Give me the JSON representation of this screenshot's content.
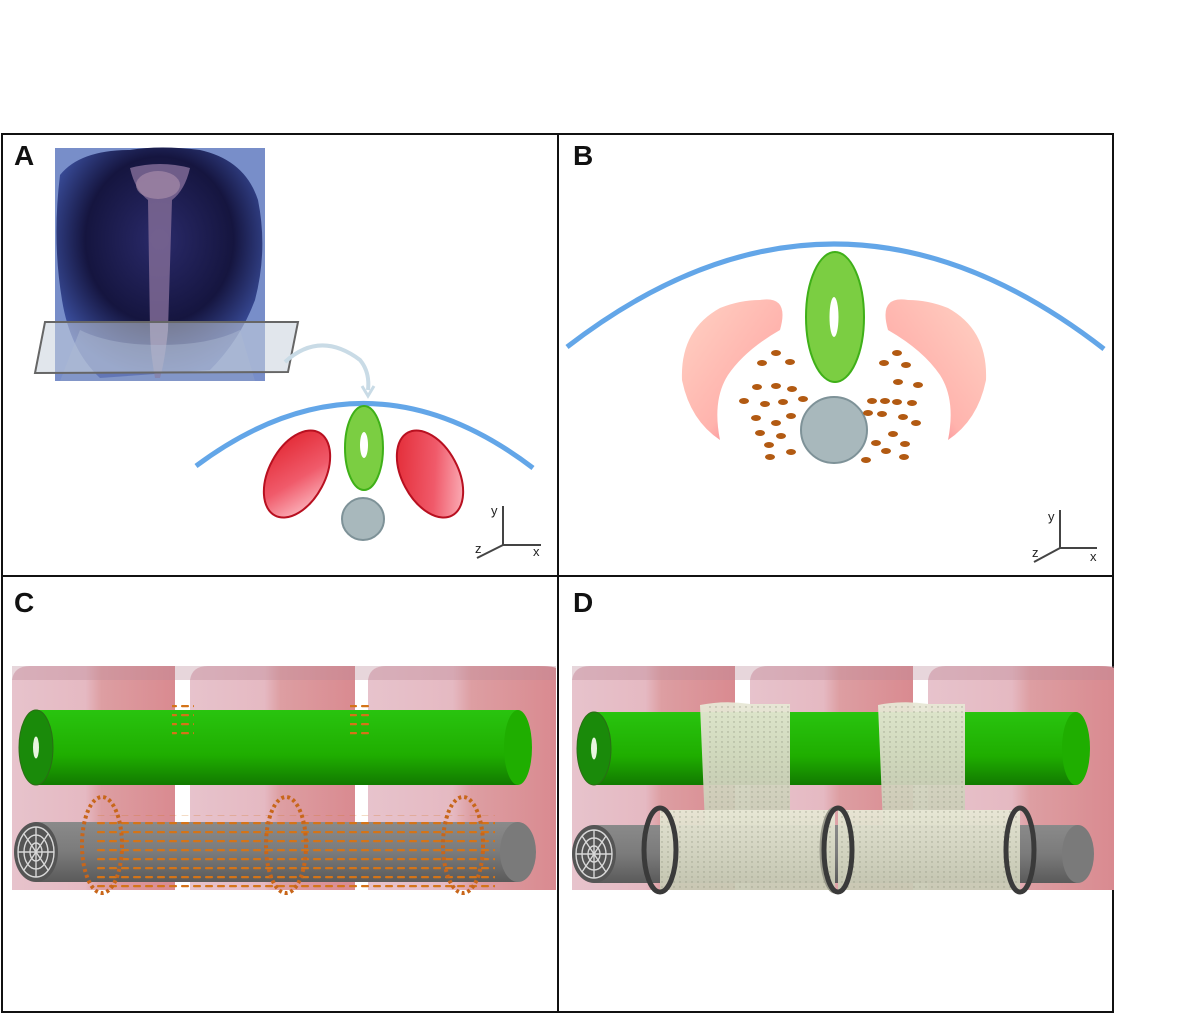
{
  "panels": [
    {
      "letter": "A"
    },
    {
      "letter": "B"
    },
    {
      "letter": "C"
    },
    {
      "letter": "D"
    }
  ],
  "axes": {
    "y": "y",
    "x": "x",
    "z": "z"
  }
}
